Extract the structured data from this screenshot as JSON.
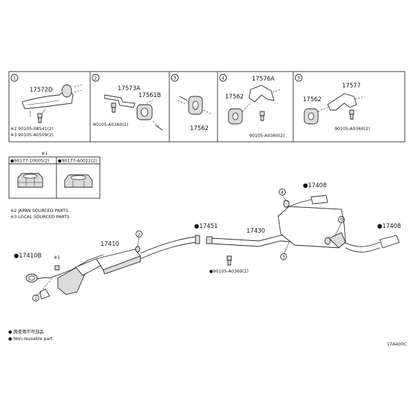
{
  "panels": [
    {
      "num": "1",
      "labels": [
        "17572D"
      ],
      "notes": [
        "※2 90105-08541(2)",
        "※3 90105-A0509(2)"
      ]
    },
    {
      "num": "2",
      "labels": [
        "17573A",
        "17561B"
      ],
      "notes": [
        "90105-A0360(2)"
      ]
    },
    {
      "num": "3",
      "labels": [
        "17562"
      ],
      "notes": []
    },
    {
      "num": "4",
      "labels": [
        "17576A",
        "17562"
      ],
      "notes": [
        "90105-A0360(2)"
      ]
    },
    {
      "num": "5",
      "labels": [
        "17577",
        "17562"
      ],
      "notes": [
        "90105-A0360(2)"
      ]
    }
  ],
  "nuts": {
    "group_mark": "※1",
    "left": "●90177-10005(2)",
    "right": "●90177-A0021(2)"
  },
  "sourcing_notes": [
    "※2 JAPAN SOURCED PARTS",
    "※3 LOCAL SOURCED PARTS"
  ],
  "callouts": {
    "p17408_top": "●17408",
    "p17408_right": "●17408",
    "p17451": "●17451",
    "p17430": "17430",
    "p17410": "17410",
    "p17410B": "●17410B",
    "p90105_bottom": "●90105-A0369(2)",
    "mark_x1": "※1"
  },
  "circle_refs": [
    "1",
    "2",
    "3",
    "4",
    "5"
  ],
  "legend": {
    "line1": "● 再使用不可部品",
    "line2": "● Non-reusable part"
  },
  "diagram_code": "17A400C"
}
